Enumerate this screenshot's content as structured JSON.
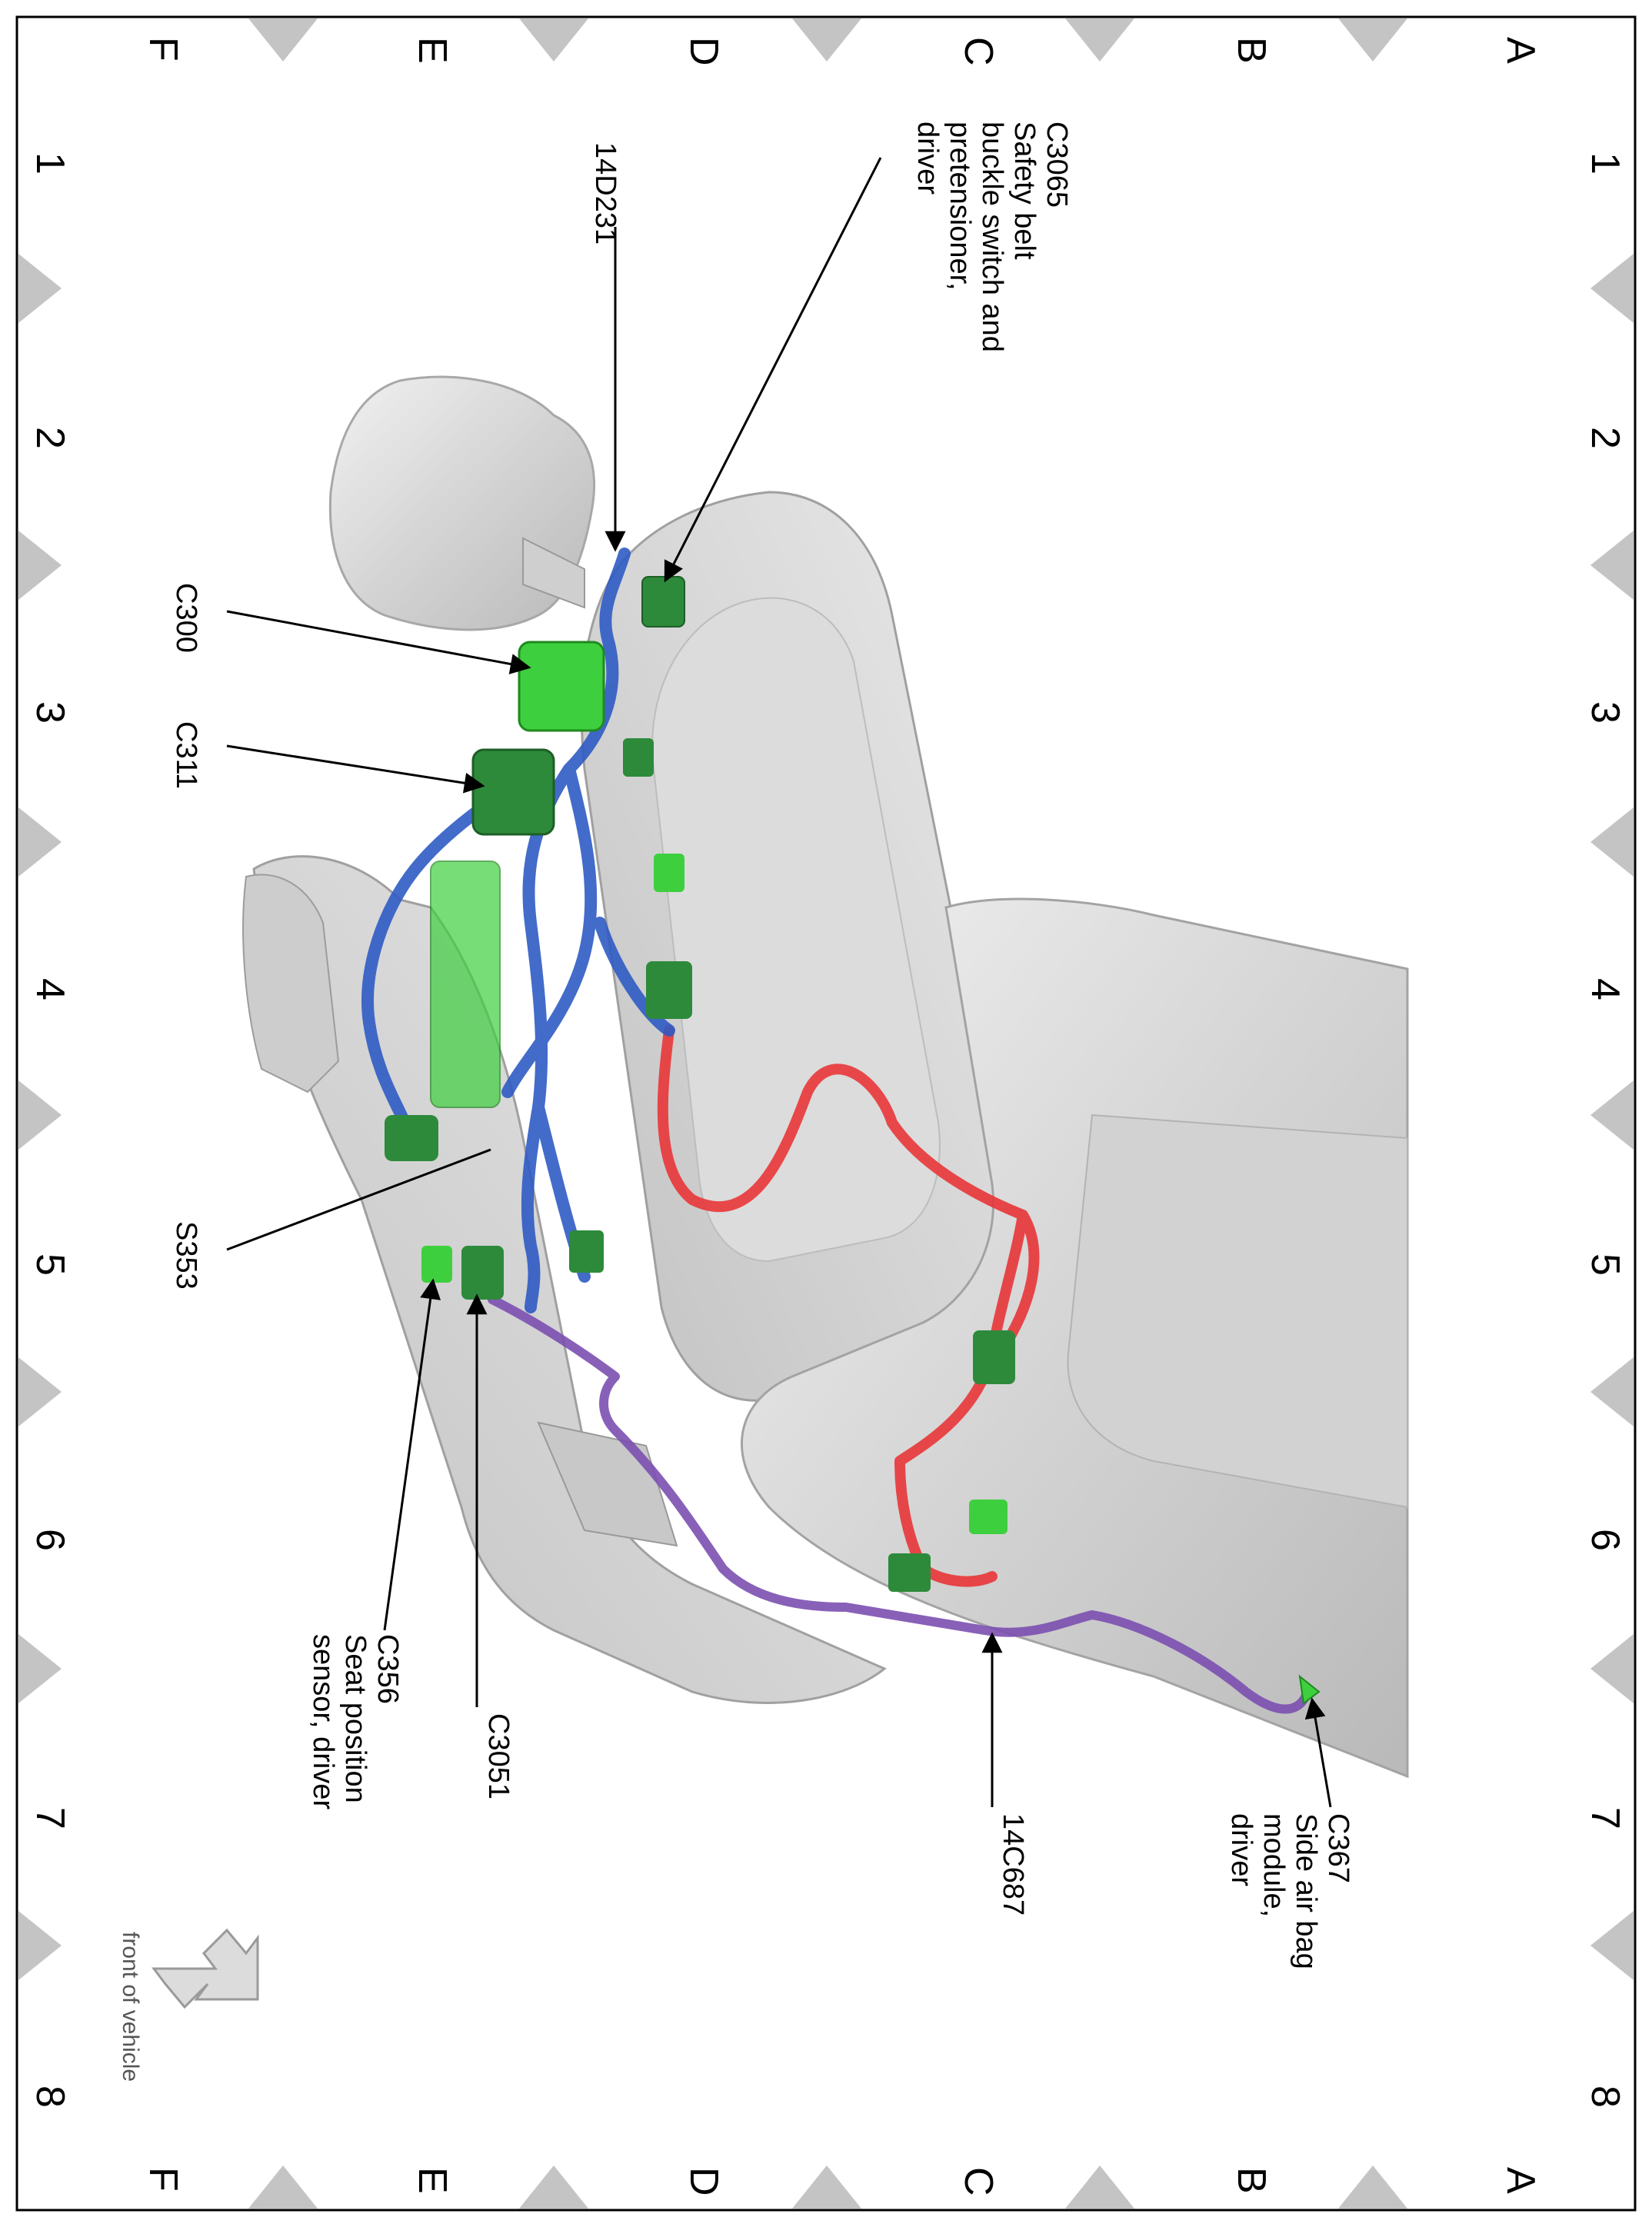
{
  "grid": {
    "rows": [
      "A",
      "B",
      "C",
      "D",
      "E",
      "F"
    ],
    "columns": [
      "1",
      "2",
      "3",
      "4",
      "5",
      "6",
      "7",
      "8"
    ]
  },
  "callouts": {
    "c3065": [
      "C3065",
      "Safety belt",
      "buckle switch and",
      "pretensioner,",
      "driver"
    ],
    "d14d231": "14D231",
    "c300": "C300",
    "c311": "C311",
    "s353": "S353",
    "c356": [
      "C356",
      "Seat position",
      "sensor, driver"
    ],
    "c3051": "C3051",
    "c14c687": "14C687",
    "c367": [
      "C367",
      "Side air bag",
      "module,",
      "driver"
    ]
  },
  "orientation_note": "front of vehicle",
  "colors": {
    "harness_blue": "#2f5bc4",
    "harness_red": "#e8393c",
    "harness_purple": "#7b4fb0",
    "connector_green": "#3ecf3e",
    "connector_dark_green": "#2d8a3a",
    "seat_gray": "#d9d9d9",
    "border_marker_gray": "#c4c4c4"
  }
}
